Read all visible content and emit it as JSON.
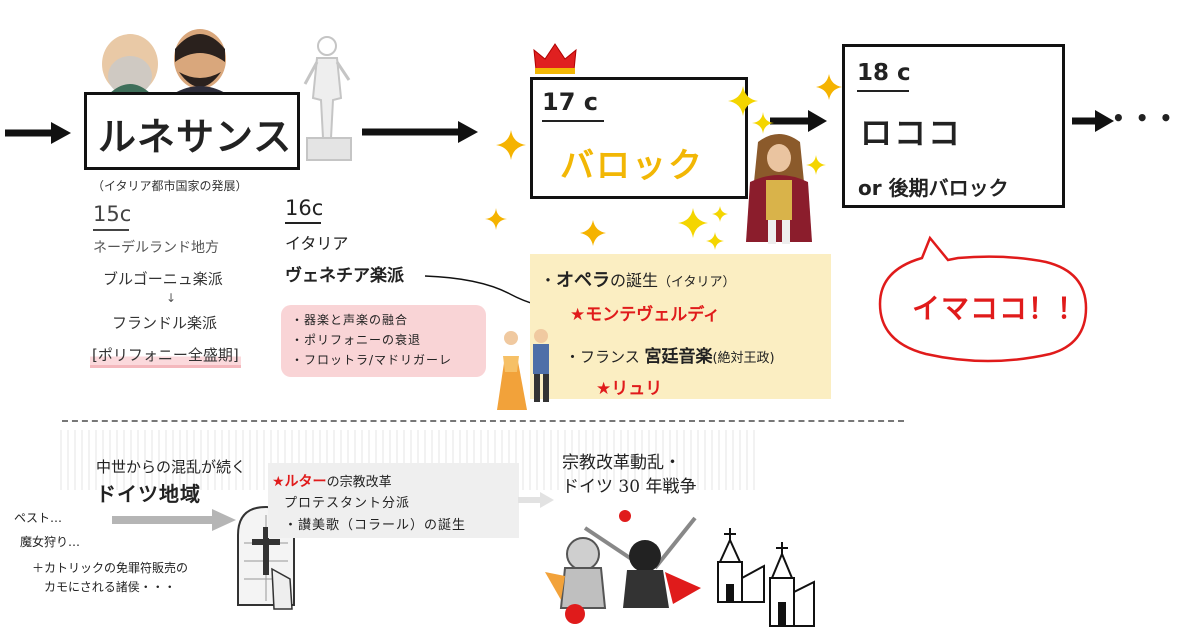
{
  "renaissance": {
    "title": "ルネサンス",
    "subtitle": "（イタリア都市国家の発展）",
    "c15": {
      "century": "15c",
      "region": "ネーデルランド地方",
      "school1": "ブルゴーニュ楽派",
      "arrow": "↓",
      "school2": "フランドル楽派",
      "highlight": "[ポリフォニー全盛期]"
    },
    "c16": {
      "century": "16c",
      "region": "イタリア",
      "school": "ヴェネチア楽派",
      "notes": [
        "・器楽と声楽の融合",
        "・ポリフォニーの衰退",
        "・フロットラ/マドリガーレ"
      ]
    }
  },
  "baroque": {
    "century": "17 c",
    "title": "バロック",
    "opera_prefix": "・",
    "opera_bold": "オペラ",
    "opera_rest": "の誕生",
    "opera_note": "（イタリア）",
    "monteverdi": "★モンテヴェルディ",
    "france_prefix": "・フランス",
    "court_music": "宮廷音楽",
    "court_note": "(絶対王政)",
    "lully": "★リュリ"
  },
  "rococo": {
    "century": "18 c",
    "title": "ロココ",
    "alt": "or 後期バロック"
  },
  "continuation": "• • •",
  "speech_bubble": "イマココ！！",
  "germany": {
    "intro": "中世からの混乱が続く",
    "region": "ドイツ地域",
    "issues": [
      "ペスト…",
      "魔女狩り…"
    ],
    "indulgence_line1": "＋カトリックの免罪符販売の",
    "indulgence_line2": "カモにされる諸侯・・・"
  },
  "reformation": {
    "luther": "★ルター",
    "luther_rest": "の宗教改革",
    "line2": "プロテスタント分派",
    "line3": "・讃美歌（コラール）の誕生"
  },
  "war": {
    "line1": "宗教改革動乱・",
    "line2": "ドイツ 30 年戦争"
  },
  "colors": {
    "red": "#e01b1b",
    "gold": "#f2b705",
    "cream": "#fbeec2",
    "pink": "#f9d4d6",
    "gray": "#efefef",
    "arrow_gray": "#b5b5b5"
  }
}
